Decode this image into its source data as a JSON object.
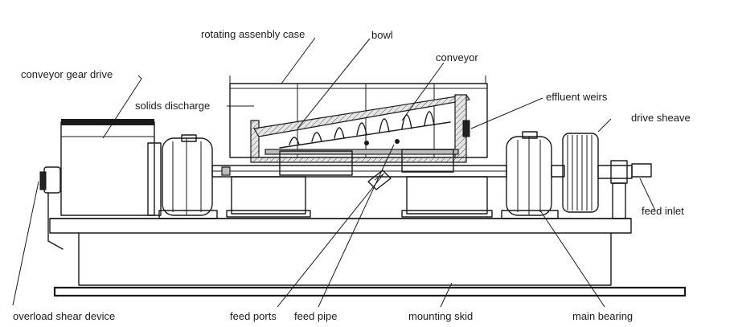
{
  "labels": {
    "rotating_assembly_case": "rotating assenbly case",
    "bowl": "bowl",
    "conveyor": "conveyor",
    "conveyor_gear_drive": "conveyor gear drive",
    "solids_discharge": "solids discharge",
    "effluent_weirs": "effluent weirs",
    "drive_sheave": "drive sheave",
    "feed_inlet": "feed inlet",
    "overload_shear_device": "overload shear device",
    "feed_ports": "feed ports",
    "feed_pipe": "feed pipe",
    "mounting_skid": "mounting skid",
    "main_bearing": "main bearing"
  }
}
